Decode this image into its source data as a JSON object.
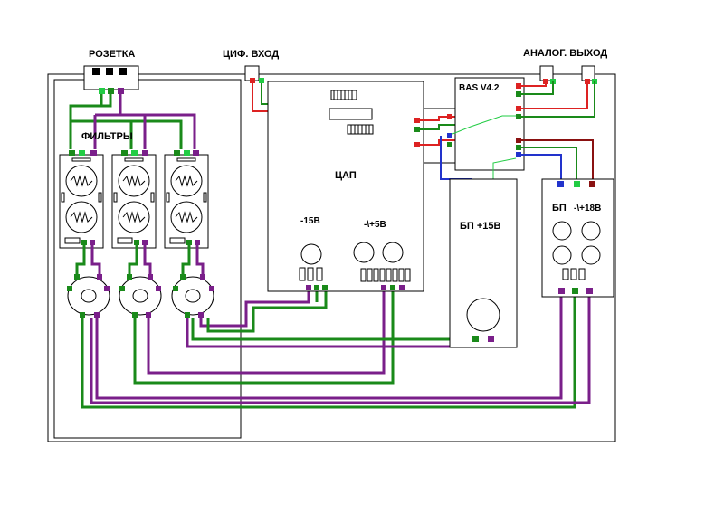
{
  "labels": {
    "socket": "РОЗЕТКА",
    "digital_in": "ЦИФ. ВХОД",
    "analog_out": "АНАЛОГ. ВЫХОД",
    "filters": "ФИЛЬТРЫ",
    "dac": "ЦАП",
    "dac_minus15": "-15В",
    "dac_plus5": "-\\+5В",
    "bas": "BAS V4.2",
    "psu15": "БП +15В",
    "psu18_a": "БП",
    "psu18_b": "-\\+18В"
  },
  "colors": {
    "green": "#1a8a1a",
    "light_green": "#22cc44",
    "purple": "#7a1f8a",
    "red": "#dd2222",
    "blue": "#2233cc",
    "dark_red": "#8a1111"
  }
}
